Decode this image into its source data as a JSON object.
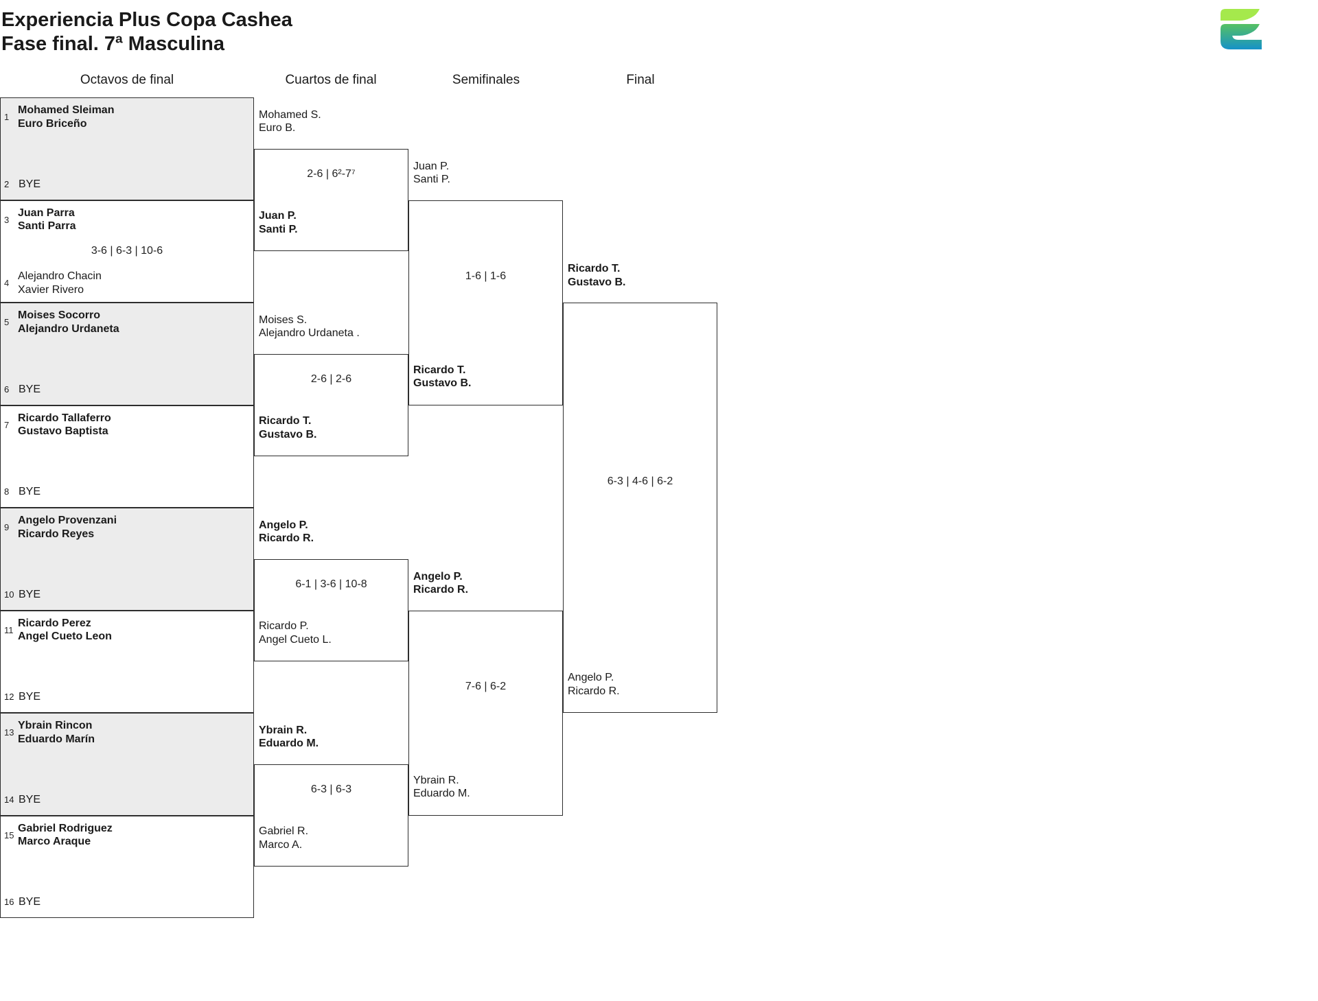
{
  "title": {
    "line1": "Experiencia Plus Copa Cashea",
    "line2": "Fase final. 7ª Masculina"
  },
  "columns": [
    "Octavos de final",
    "Cuartos de final",
    "Semifinales",
    "Final"
  ],
  "colors": {
    "bye_fill": "#ececec",
    "line": "#2d2d2d",
    "logo_lime": "#a5e94c",
    "logo_green": "#56c163",
    "logo_blue": "#1692c8"
  },
  "rounds": {
    "round_of_16": [
      {
        "top": {
          "seed": "1",
          "lines": [
            "Mohamed Sleiman",
            "Euro Briceño"
          ],
          "winner": true
        },
        "bottom": {
          "seed": "2",
          "lines": [
            "BYE"
          ],
          "bye": true
        },
        "score": ""
      },
      {
        "top": {
          "seed": "3",
          "lines": [
            "Juan Parra",
            "Santi Parra"
          ],
          "winner": true
        },
        "bottom": {
          "seed": "4",
          "lines": [
            "Alejandro Chacin",
            "Xavier Rivero"
          ],
          "winner": false
        },
        "score": "3-6 | 6-3 | 10-6"
      },
      {
        "top": {
          "seed": "5",
          "lines": [
            "Moises Socorro",
            "Alejandro Urdaneta"
          ],
          "winner": true
        },
        "bottom": {
          "seed": "6",
          "lines": [
            "BYE"
          ],
          "bye": true
        },
        "score": ""
      },
      {
        "top": {
          "seed": "7",
          "lines": [
            "Ricardo Tallaferro",
            "Gustavo Baptista"
          ],
          "winner": true
        },
        "bottom": {
          "seed": "8",
          "lines": [
            "BYE"
          ],
          "bye": true
        },
        "score": ""
      },
      {
        "top": {
          "seed": "9",
          "lines": [
            "Angelo Provenzani",
            "Ricardo Reyes"
          ],
          "winner": true
        },
        "bottom": {
          "seed": "10",
          "lines": [
            "BYE"
          ],
          "bye": true
        },
        "score": ""
      },
      {
        "top": {
          "seed": "11",
          "lines": [
            "Ricardo Perez",
            "Angel Cueto Leon"
          ],
          "winner": true
        },
        "bottom": {
          "seed": "12",
          "lines": [
            "BYE"
          ],
          "bye": true
        },
        "score": ""
      },
      {
        "top": {
          "seed": "13",
          "lines": [
            "Ybrain Rincon",
            "Eduardo Marín"
          ],
          "winner": true
        },
        "bottom": {
          "seed": "14",
          "lines": [
            "BYE"
          ],
          "bye": true
        },
        "score": ""
      },
      {
        "top": {
          "seed": "15",
          "lines": [
            "Gabriel Rodriguez",
            "Marco Araque"
          ],
          "winner": true
        },
        "bottom": {
          "seed": "16",
          "lines": [
            "BYE"
          ],
          "bye": true
        },
        "score": ""
      }
    ],
    "quarterfinals": [
      {
        "top": {
          "lines": [
            "Mohamed S.",
            "Euro B."
          ],
          "winner": false
        },
        "bottom": {
          "lines": [
            "Juan P.",
            "Santi P."
          ],
          "winner": true
        },
        "score": "2-6 | 6²-7⁷"
      },
      {
        "top": {
          "lines": [
            "Moises S.",
            "Alejandro Urdaneta ."
          ],
          "winner": false
        },
        "bottom": {
          "lines": [
            "Ricardo T.",
            "Gustavo B."
          ],
          "winner": true
        },
        "score": "2-6 | 2-6"
      },
      {
        "top": {
          "lines": [
            "Angelo P.",
            "Ricardo R."
          ],
          "winner": true
        },
        "bottom": {
          "lines": [
            "Ricardo P.",
            "Angel Cueto L."
          ],
          "winner": false
        },
        "score": "6-1 | 3-6 | 10-8"
      },
      {
        "top": {
          "lines": [
            "Ybrain R.",
            "Eduardo M."
          ],
          "winner": true
        },
        "bottom": {
          "lines": [
            "Gabriel R.",
            "Marco A."
          ],
          "winner": false
        },
        "score": "6-3 | 6-3"
      }
    ],
    "semifinals": [
      {
        "top": {
          "lines": [
            "Juan P.",
            "Santi P."
          ],
          "winner": false
        },
        "bottom": {
          "lines": [
            "Ricardo T.",
            "Gustavo B."
          ],
          "winner": true
        },
        "score": "1-6 | 1-6"
      },
      {
        "top": {
          "lines": [
            "Angelo P.",
            "Ricardo R."
          ],
          "winner": true
        },
        "bottom": {
          "lines": [
            "Ybrain R.",
            "Eduardo M."
          ],
          "winner": false
        },
        "score": "7-6 | 6-2"
      }
    ],
    "final": [
      {
        "top": {
          "lines": [
            "Ricardo T.",
            "Gustavo B."
          ],
          "winner": true
        },
        "bottom": {
          "lines": [
            "Angelo P.",
            "Ricardo R."
          ],
          "winner": false
        },
        "score": "6-3 | 4-6 | 6-2"
      }
    ]
  }
}
